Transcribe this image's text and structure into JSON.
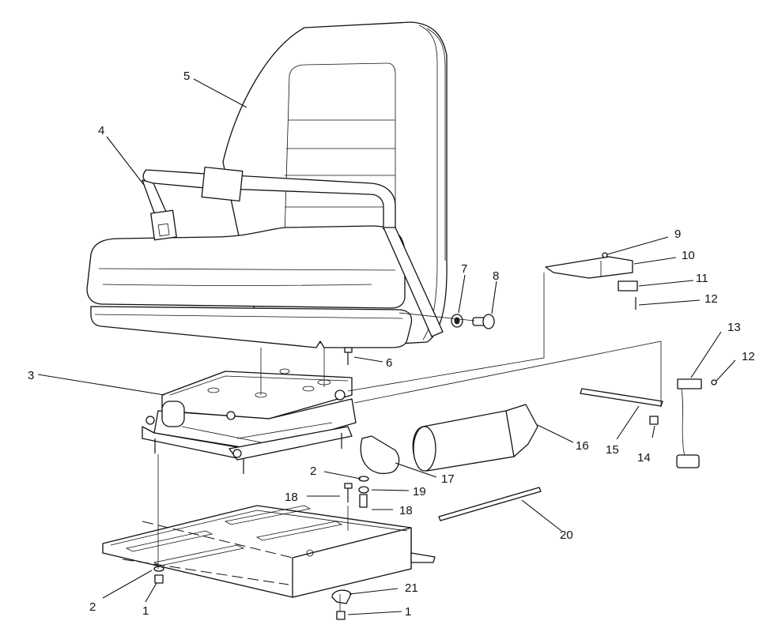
{
  "diagram": {
    "callouts": [
      {
        "id": "c1a",
        "label": "1"
      },
      {
        "id": "c1b",
        "label": "1"
      },
      {
        "id": "c2a",
        "label": "2"
      },
      {
        "id": "c2b",
        "label": "2"
      },
      {
        "id": "c3",
        "label": "3"
      },
      {
        "id": "c4",
        "label": "4"
      },
      {
        "id": "c5",
        "label": "5"
      },
      {
        "id": "c6",
        "label": "6"
      },
      {
        "id": "c7",
        "label": "7"
      },
      {
        "id": "c8",
        "label": "8"
      },
      {
        "id": "c9",
        "label": "9"
      },
      {
        "id": "c10",
        "label": "10"
      },
      {
        "id": "c11",
        "label": "11"
      },
      {
        "id": "c12a",
        "label": "12"
      },
      {
        "id": "c12b",
        "label": "12"
      },
      {
        "id": "c13",
        "label": "13"
      },
      {
        "id": "c14",
        "label": "14"
      },
      {
        "id": "c15",
        "label": "15"
      },
      {
        "id": "c16",
        "label": "16"
      },
      {
        "id": "c17",
        "label": "17"
      },
      {
        "id": "c18a",
        "label": "18"
      },
      {
        "id": "c18b",
        "label": "18"
      },
      {
        "id": "c19",
        "label": "19"
      },
      {
        "id": "c20",
        "label": "20"
      },
      {
        "id": "c21",
        "label": "21"
      }
    ]
  }
}
